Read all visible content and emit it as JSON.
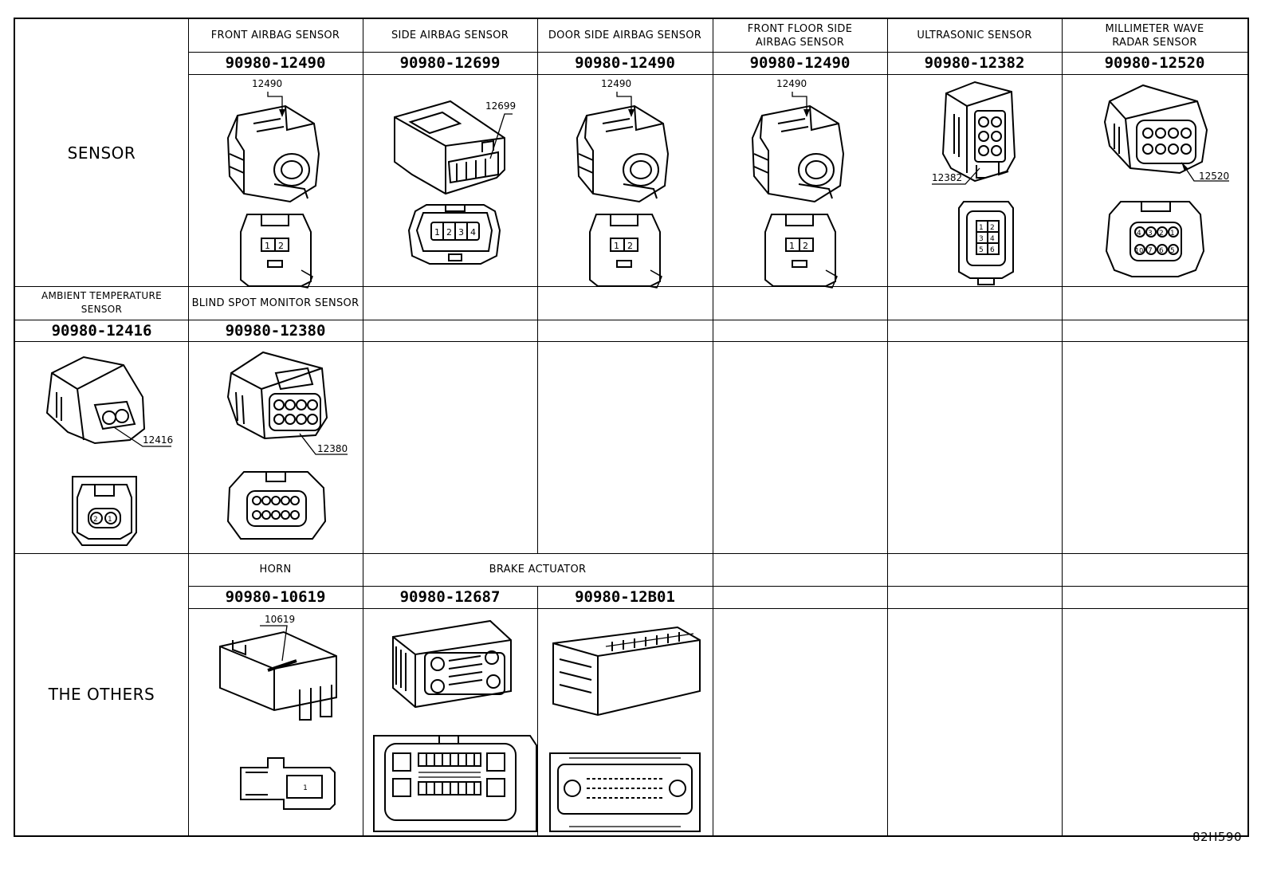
{
  "groups": {
    "sensor": "SENSOR",
    "others": "THE OTHERS"
  },
  "connectors": [
    {
      "id": "front-airbag",
      "title": "FRONT AIRBAG SENSOR",
      "part": "90980-12490",
      "callout": "12490",
      "pins": [
        "1",
        "2"
      ]
    },
    {
      "id": "side-airbag",
      "title": "SIDE AIRBAG SENSOR",
      "part": "90980-12699",
      "callout": "12699",
      "pins": [
        "1",
        "2",
        "3",
        "4"
      ]
    },
    {
      "id": "door-side-airbag",
      "title": "DOOR SIDE AIRBAG SENSOR",
      "part": "90980-12490",
      "callout": "12490",
      "pins": [
        "1",
        "2"
      ]
    },
    {
      "id": "front-floor-side-airbag",
      "title": "FRONT FLOOR SIDE\nAIRBAG SENSOR",
      "part": "90980-12490",
      "callout": "12490",
      "pins": [
        "1",
        "2"
      ]
    },
    {
      "id": "ultrasonic",
      "title": "ULTRASONIC SENSOR",
      "part": "90980-12382",
      "callout": "12382",
      "pins": [
        "1",
        "2",
        "3",
        "4",
        "5",
        "6"
      ]
    },
    {
      "id": "millimeter-wave-radar",
      "title": "MILLIMETER WAVE\nRADAR SENSOR",
      "part": "90980-12520",
      "callout": "12520",
      "pins": [
        "4",
        "3",
        "2",
        "1",
        "10",
        "7",
        "6",
        "5"
      ]
    },
    {
      "id": "ambient-temperature",
      "title": "AMBIENT TEMPERATURE\nSENSOR",
      "part": "90980-12416",
      "callout": "12416",
      "pins": [
        "2",
        "1"
      ]
    },
    {
      "id": "blind-spot-monitor",
      "title": "BLIND SPOT MONITOR SENSOR",
      "part": "90980-12380",
      "callout": "12380",
      "pins": []
    },
    {
      "id": "horn",
      "title": "HORN",
      "part": "90980-10619",
      "callout": "10619",
      "pins": [
        "1"
      ]
    },
    {
      "id": "brake-actuator-a",
      "part": "90980-12687"
    },
    {
      "id": "brake-actuator-b",
      "part": "90980-12B01"
    }
  ],
  "brake_actuator_title": "BRAKE ACTUATOR",
  "drawing_code": "82H590"
}
